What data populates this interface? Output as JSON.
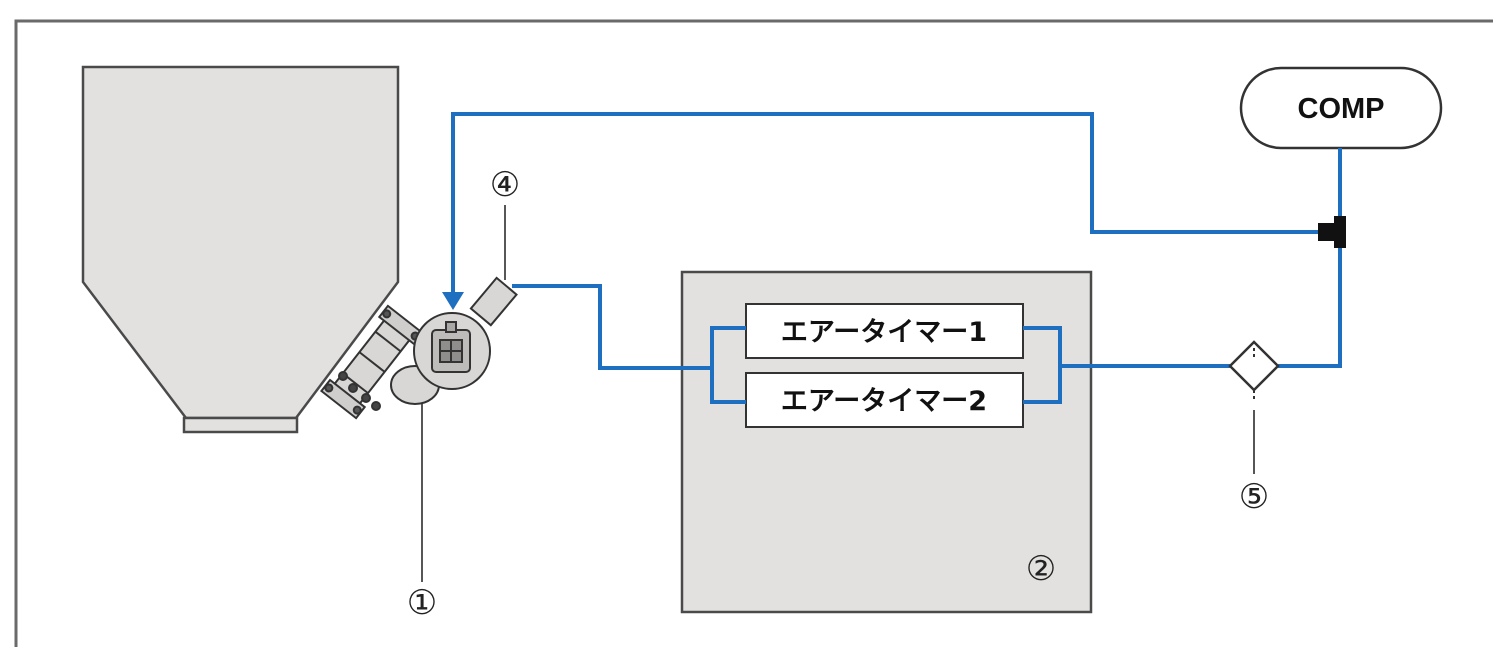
{
  "diagram": {
    "compressor_label": "COMP",
    "air_timer_1": "エアータイマー1",
    "air_timer_2": "エアータイマー2",
    "callout_1": "①",
    "callout_2": "②",
    "callout_4": "④",
    "callout_5": "⑤"
  },
  "colors": {
    "air_line": "#1f6fc0",
    "equipment_fill": "#e2e1e0",
    "outline": "#4a4a4a",
    "frame": "#6a6a6a"
  }
}
